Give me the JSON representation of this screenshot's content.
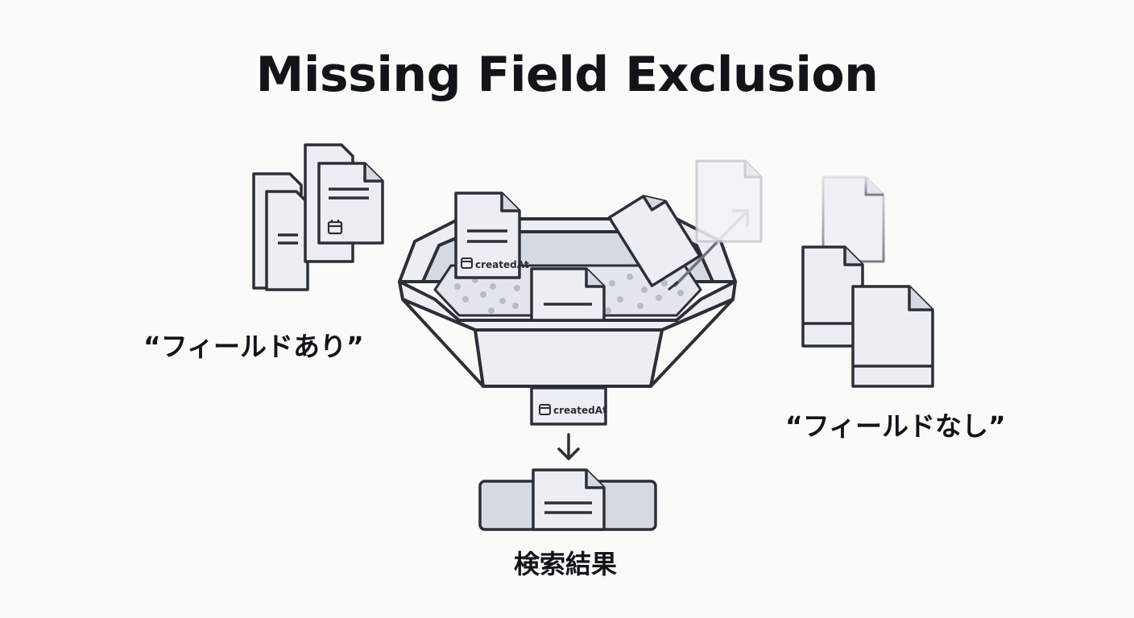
{
  "title": "Missing Field Exclusion",
  "labels": {
    "with_field": "“フィールドあり”",
    "without_field": "“フィールドなし”",
    "search_results": "検索結果"
  },
  "tags": {
    "field_name": "createdAt"
  },
  "colors": {
    "stroke": "#2b2f38",
    "fill_light": "#eceef3",
    "fill_mid": "#d5d9e1",
    "background": "#fafaf8"
  }
}
